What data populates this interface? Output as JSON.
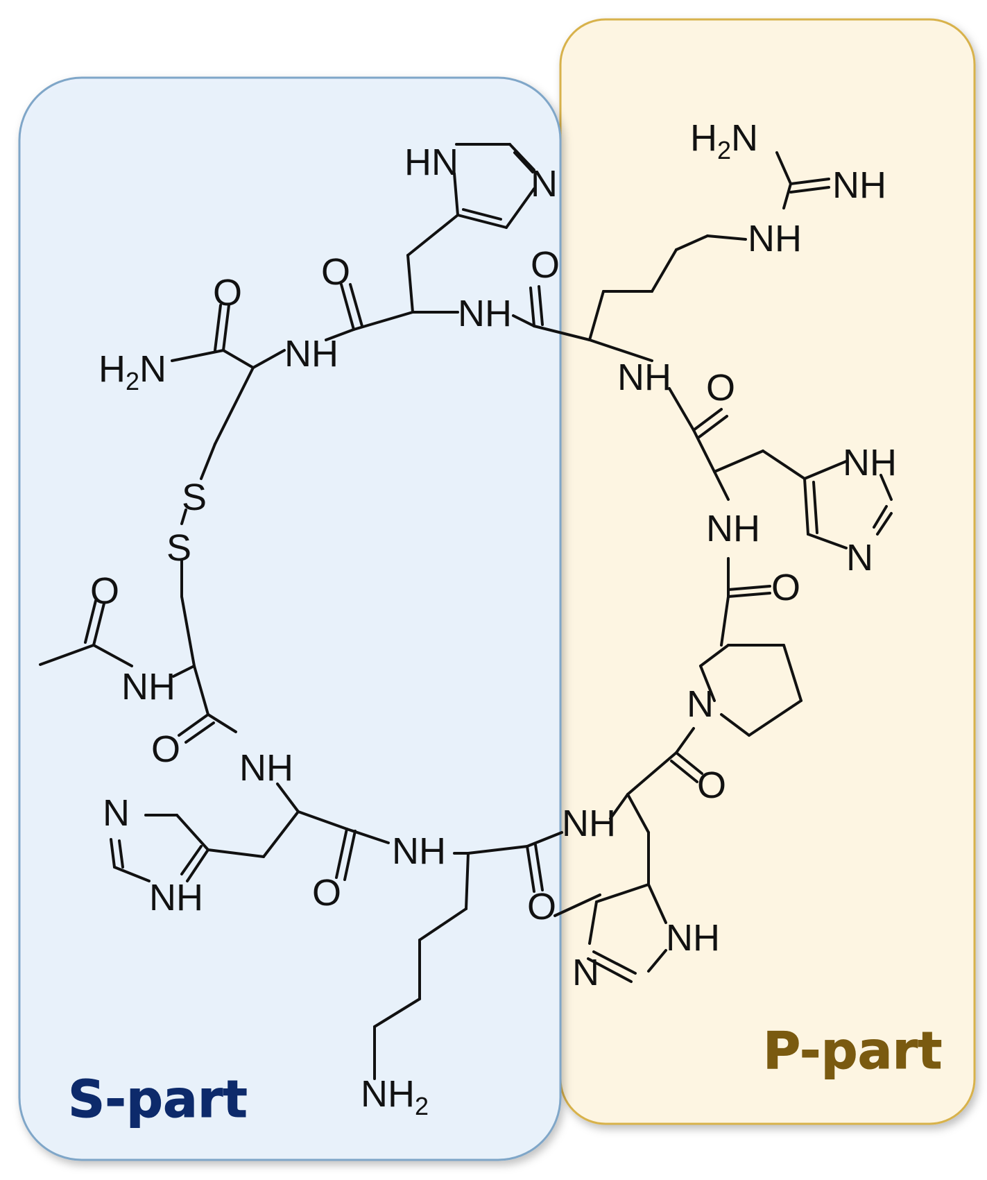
{
  "regions": {
    "s_part": {
      "label": "S-part",
      "fill": "#e8f1fb",
      "stroke": "#7fa6c8",
      "label_color": "#0d2a6b"
    },
    "p_part": {
      "label": "P-part",
      "fill": "#fdf5e2",
      "stroke": "#d8b24c",
      "label_color": "#7a5a10"
    }
  },
  "atoms": {
    "hn_top": "HN",
    "n_top": "N",
    "h2n_guan": "H2N",
    "nh_imine": "NH",
    "nh_guan": "NH",
    "o_his1": "O",
    "o_arg": "O",
    "nh_his1": "NH",
    "o_amide": "O",
    "h2n_amide": "H2N",
    "nh_cys": "NH",
    "nh_arg": "NH",
    "o_arg2": "O",
    "nh_his2_ring": "NH",
    "s1": "S",
    "s2": "S",
    "nh_his2": "NH",
    "n_his2_ring": "N",
    "o_acetyl": "O",
    "o_pro": "O",
    "nh_acetyl": "NH",
    "n_pro": "N",
    "o_cys2": "O",
    "nh_his3": "NH",
    "o_pro2": "O",
    "n_his3_ring": "N",
    "nh_his4": "NH",
    "nh_lys": "NH",
    "nh_his3_ring": "NH",
    "o_his3": "O",
    "o_lys": "O",
    "nh_his4_ring": "NH",
    "n_his4_ring": "N",
    "nh2_lys": "NH2"
  }
}
